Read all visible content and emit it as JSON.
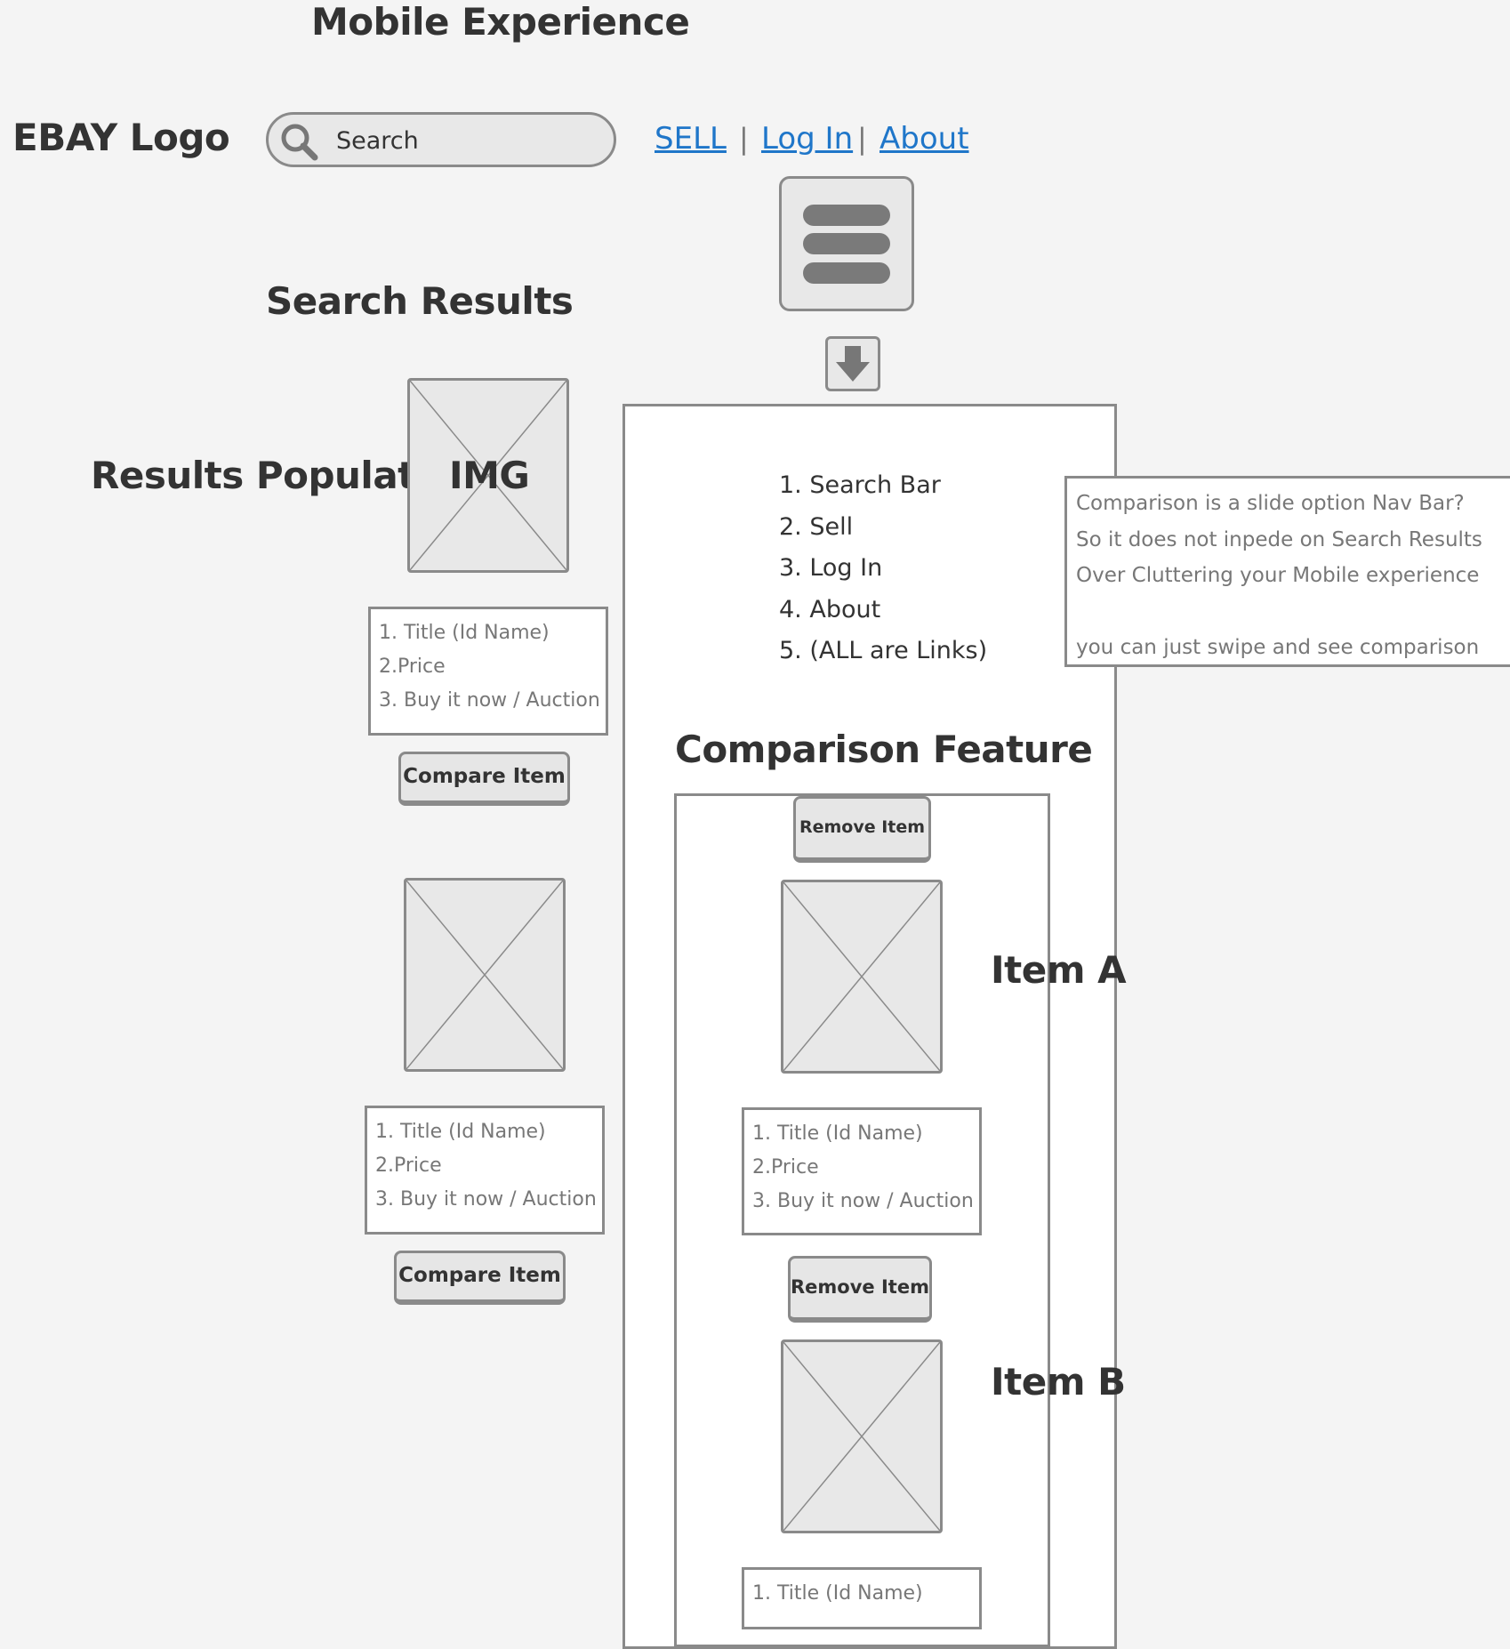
{
  "page": {
    "title": "Mobile Experience"
  },
  "header": {
    "logo": "EBAY Logo",
    "search_placeholder": "Search",
    "links": [
      {
        "label": "SELL"
      },
      {
        "label": "Log In"
      },
      {
        "label": "About"
      }
    ],
    "separator": "|"
  },
  "icons": {
    "search": "search-icon",
    "menu": "hamburger-menu-icon",
    "arrow": "arrow-down-icon",
    "image": "image-placeholder-icon"
  },
  "results": {
    "heading": "Search Results",
    "populate_label": "Results Populate",
    "img_label": "IMG",
    "items": [
      {
        "lines": [
          "1. Title (Id Name)",
          "2.Price",
          "3. Buy it now / Auction"
        ],
        "button": "Compare Item"
      },
      {
        "lines": [
          "1. Title (Id Name)",
          "2.Price",
          "3. Buy it now / Auction"
        ],
        "button": "Compare Item"
      }
    ]
  },
  "nav_panel": {
    "items": [
      "1. Search Bar",
      "2. Sell",
      "3. Log In",
      "4. About",
      "5. (ALL are Links)"
    ],
    "comparison_heading": "Comparison Feature",
    "compare_items": [
      {
        "label": "Item A",
        "remove_button": "Remove Item",
        "lines": [
          "1. Title (Id Name)",
          "2.Price",
          "3. Buy it now / Auction"
        ]
      },
      {
        "label": "Item B",
        "remove_button": "Remove Item",
        "lines": [
          "1. Title (Id Name)"
        ]
      }
    ]
  },
  "note": {
    "lines": [
      "Comparison is a slide option Nav Bar?",
      "So it does not inpede on Search Results",
      "Over Cluttering your Mobile experience",
      "",
      "you can just swipe and see comparison"
    ]
  },
  "colors": {
    "link": "#1f76c9",
    "border": "#8a8a8a",
    "text": "#333333",
    "muted": "#777777",
    "background": "#f4f4f4"
  }
}
